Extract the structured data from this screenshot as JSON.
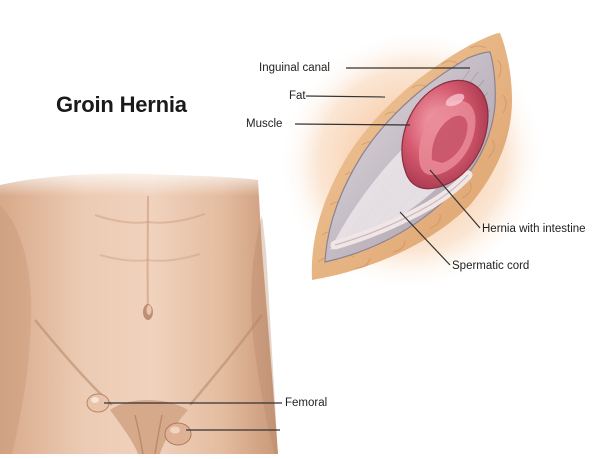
{
  "diagram": {
    "title": "Groin Hernia",
    "labels": {
      "inguinal_canal": "Inguinal canal",
      "fat": "Fat",
      "muscle": "Muscle",
      "hernia_with_intestine": "Hernia with intestine",
      "spermatic_cord": "Spermatic cord",
      "femoral": "Femoral"
    },
    "colors": {
      "skin": "#e9c2a6",
      "skin_shadow": "#c89878",
      "fat_tissue": "#e8b882",
      "muscle": "#c9c3cb",
      "intestine": "#d2566c",
      "leader_line": "#333333"
    }
  }
}
